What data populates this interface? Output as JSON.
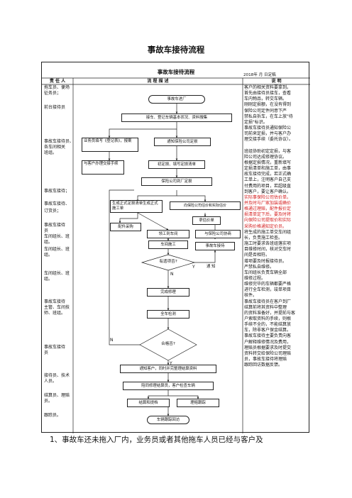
{
  "page_title": "事故车接待流程",
  "sheet": {
    "title": "事故车接待流程",
    "date": "2018年   月   日定稿",
    "headers": {
      "role": "责 任 人",
      "flow": "流 程 描 述",
      "note": "说 明"
    }
  },
  "roles": [
    "拖车员、便场",
    "征务员；",
    "前台接待员",
    "事故车接待员、",
    "各车间相关",
    "班组。",
    "事故车接待；",
    "事故车接待、",
    "订货员；",
    "事故车接待",
    "员",
    "车间组长、班",
    "组。",
    "车间组长、班",
    "组。",
    "车间组长、班",
    "组。",
    "事故车接待",
    "主管、车间技",
    "师、班组。",
    "事故车接待",
    "员",
    "接待员、技术",
    "人员。",
    "结算员、理赔",
    "员。",
    "跟踪员。"
  ],
  "flow": {
    "n1": "事故车进厂",
    "n2": "接车、登记车辆基本状况、资料搜集",
    "n3a": "业务员填写《登记表》，报案",
    "n3b": "通知保险公司定损",
    "n4a": "与客户办理交接手续",
    "n4b": "初定损、填写定损清单",
    "n5": "保险公司到厂定损",
    "n6a": "生成正式定损清单生成正式施工单",
    "n6b": "向保险公司估价和实际估价",
    "n6c": "拿估价单",
    "n7a": "配件采购",
    "n7b": "领工到车间",
    "n7c": "与保险公司协商",
    "n8a": "车间施工",
    "n8b": "事故车接待",
    "d1": "有遗项否?",
    "y1": "Y",
    "tongzhi": "通  知",
    "n_label": "N",
    "n9": "完成修理",
    "n10": "全车检测",
    "d2": "合格否?",
    "n_left": "N",
    "y2": "Y",
    "n11": "通知客户，同时并完整理结算资料",
    "n12": "陪同修理结算员，客户检查车辆",
    "n13a": "结算和提档",
    "n13b": "理赔跟踪",
    "n14": "车辆跟踪回访"
  },
  "notes": [
    {
      "t": "客户的相关资料要拿到。",
      "hl": false
    },
    {
      "t": "首先由接待员接车，查看",
      "hl": false
    },
    {
      "t": "车内物品，转交车辆。",
      "hl": false
    },
    {
      "t": "刚刚定损额，在没有得到",
      "hl": false
    },
    {
      "t": "保险公司定件同意下严",
      "hl": false
    },
    {
      "t": "禁私自拆车，在车上放\"待",
      "hl": false
    },
    {
      "t": "定损\"标识。",
      "hl": false
    },
    {
      "t": "事故车接待员通知保险公",
      "hl": false
    },
    {
      "t": "司前来定损，并与客户办",
      "hl": false
    },
    {
      "t": "理交接手续（委托协议）。",
      "hl": false
    },
    {
      "t": "",
      "hl": false
    },
    {
      "t": "班组协助初定定损，与客",
      "hl": false
    },
    {
      "t": "险公司达成修理协议。",
      "hl": false
    },
    {
      "t": "根据定损情况，重新填写",
      "hl": false
    },
    {
      "t": "定损清单和施工单，由事",
      "hl": false
    },
    {
      "t": "故车接待完成，若正式确",
      "hl": false
    },
    {
      "t": "工单上，注明客户自己支",
      "hl": false
    },
    {
      "t": "付费用的项目，若超级直",
      "hl": false
    },
    {
      "t": "到客户，要让客户确认。",
      "hl": false
    },
    {
      "t": "实际事保险公司估价单。",
      "hl": true
    },
    {
      "t": "并及时与厂家加装或确价",
      "hl": true
    },
    {
      "t": "格通过理赔，配件报价定",
      "hl": true
    },
    {
      "t": "损清单定下后，要及时将",
      "hl": true
    },
    {
      "t": "向保险公司提取价和实际",
      "hl": true
    },
    {
      "t": "采购价格通知定价员。",
      "hl": true
    },
    {
      "t": "将生成的施工单交车间组",
      "hl": false
    },
    {
      "t": "长，负责施工检查。",
      "hl": false
    },
    {
      "t": "施工时要求各班组落实项",
      "hl": false
    },
    {
      "t": "目维修时间，核对交车时",
      "hl": false
    },
    {
      "t": "间是否相符。",
      "hl": false
    },
    {
      "t": "增项要及时报接待员。",
      "hl": false
    },
    {
      "t": "严禁私自维修。",
      "hl": false
    },
    {
      "t": "车间组长负责车辆全部",
      "hl": false
    },
    {
      "t": "维修过程。",
      "hl": false
    },
    {
      "t": "维修完毕的车辆都要严格",
      "hl": false
    },
    {
      "t": "进行全车检测，竣单项目",
      "hl": false
    },
    {
      "t": "核件。",
      "hl": false
    },
    {
      "t": "事故车接待员在客户到厂",
      "hl": false
    },
    {
      "t": "结算前将其资料中整理",
      "hl": false
    },
    {
      "t": "的资料准备好，并提前与客",
      "hl": false
    },
    {
      "t": "户索取资料的手续，则根",
      "hl": false
    },
    {
      "t": "手续不全的，不能结算放",
      "hl": false
    },
    {
      "t": "车，除非客户保金结算。",
      "hl": false
    },
    {
      "t": "事故车接待主要负责向客",
      "hl": false
    },
    {
      "t": "户解释维修情况及费用，",
      "hl": false
    },
    {
      "t": "理赔员根据要求及时提交",
      "hl": false
    },
    {
      "t": "资料转交给保险公司理赔",
      "hl": false
    },
    {
      "t": "员，事故车接待将理赔",
      "hl": false
    },
    {
      "t": "跟踪回访数据反馈。",
      "hl": false
    }
  ],
  "bottom_text": "1、事故车还未拖入厂内，业务员或者其他拖车人员已经与客户及"
}
